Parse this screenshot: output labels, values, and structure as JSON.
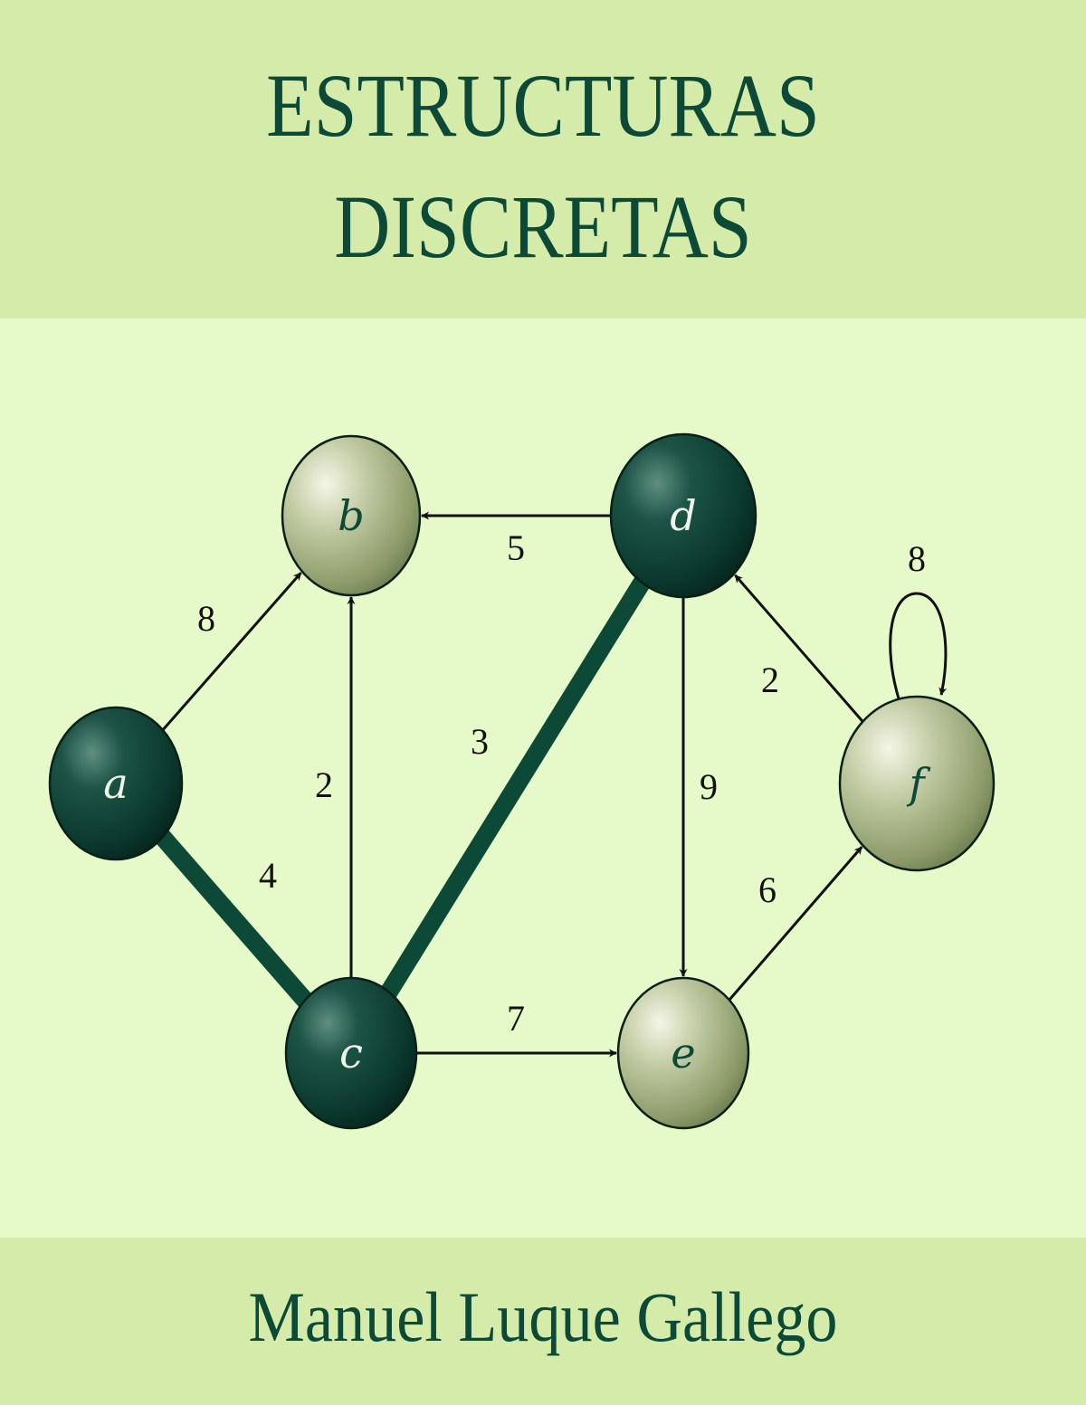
{
  "cover": {
    "title_line1": "ESTRUCTURAS",
    "title_line2": "DISCRETAS",
    "author": "Manuel Luque Gallego"
  },
  "colors": {
    "band": "#d4ebaa",
    "background": "#e6f9c8",
    "text": "#0c4a37",
    "dark_node": "#0c3f33",
    "light_node": "#9aa97a",
    "highlight_edge": "#0c4a37"
  },
  "graph": {
    "nodes": [
      {
        "id": "a",
        "label": "a",
        "style": "dark"
      },
      {
        "id": "b",
        "label": "b",
        "style": "light"
      },
      {
        "id": "c",
        "label": "c",
        "style": "dark"
      },
      {
        "id": "d",
        "label": "d",
        "style": "dark"
      },
      {
        "id": "e",
        "label": "e",
        "style": "light"
      },
      {
        "id": "f",
        "label": "f",
        "style": "light"
      }
    ],
    "edges": [
      {
        "from": "a",
        "to": "b",
        "weight": "8",
        "directed": true,
        "highlighted": false
      },
      {
        "from": "c",
        "to": "b",
        "weight": "2",
        "directed": true,
        "highlighted": false
      },
      {
        "from": "d",
        "to": "b",
        "weight": "5",
        "directed": true,
        "highlighted": false
      },
      {
        "from": "a",
        "to": "c",
        "weight": "4",
        "directed": false,
        "highlighted": true
      },
      {
        "from": "c",
        "to": "d",
        "weight": "3",
        "directed": false,
        "highlighted": true
      },
      {
        "from": "c",
        "to": "e",
        "weight": "7",
        "directed": true,
        "highlighted": false
      },
      {
        "from": "d",
        "to": "e",
        "weight": "9",
        "directed": true,
        "highlighted": false
      },
      {
        "from": "e",
        "to": "f",
        "weight": "6",
        "directed": true,
        "highlighted": false
      },
      {
        "from": "f",
        "to": "d",
        "weight": "2",
        "directed": true,
        "highlighted": false
      },
      {
        "from": "f",
        "to": "f",
        "weight": "8",
        "directed": true,
        "highlighted": false
      }
    ]
  }
}
